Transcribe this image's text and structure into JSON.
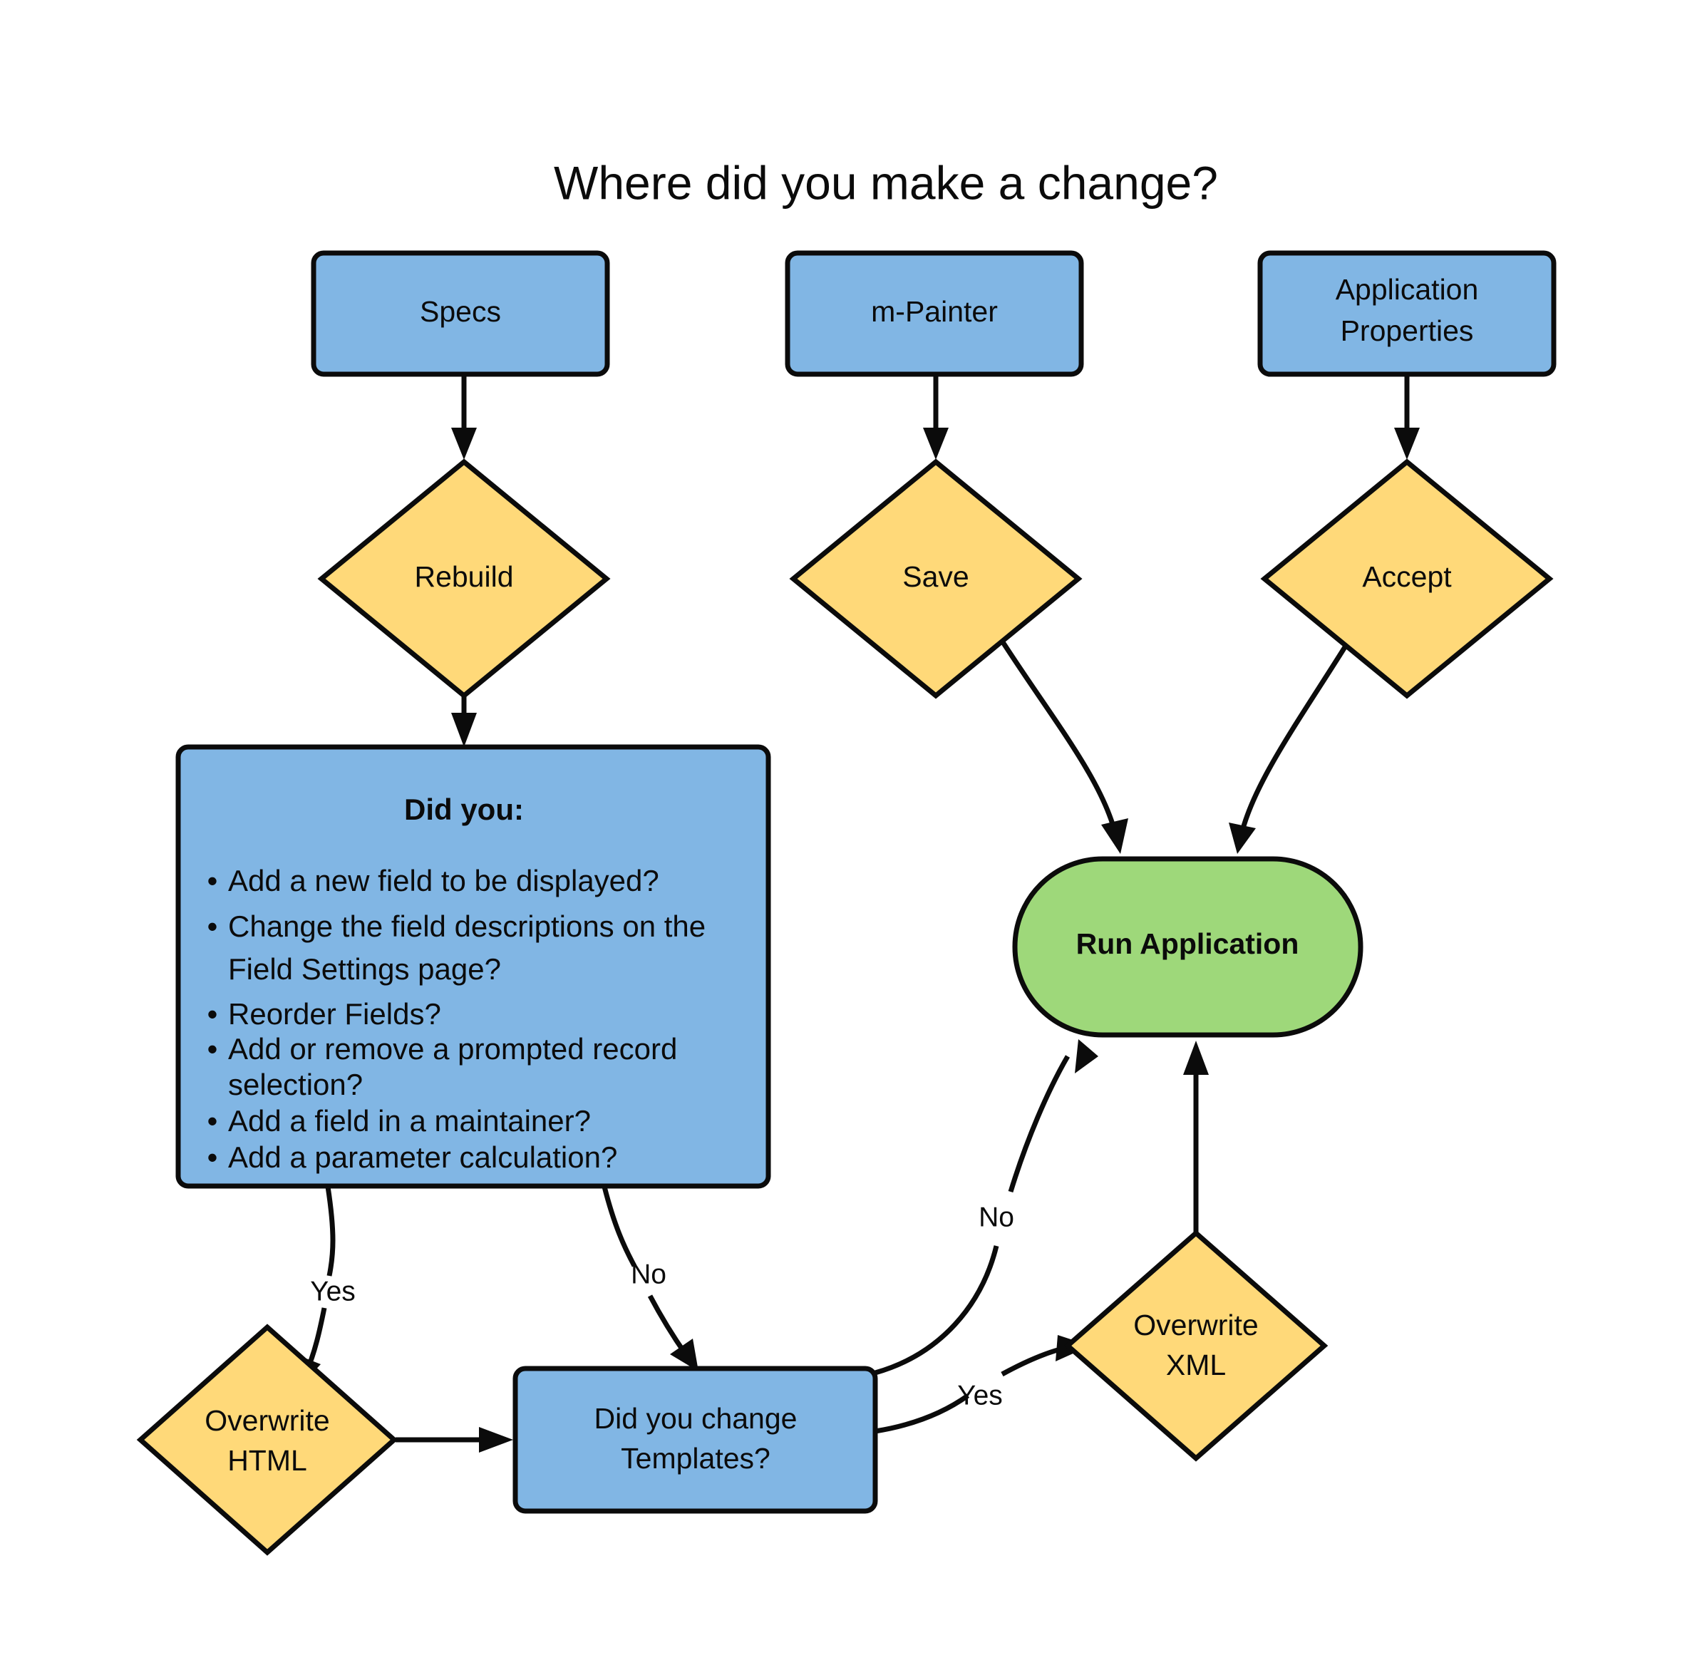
{
  "title": "Where did you make a change?",
  "colors": {
    "blue": "#81B6E4",
    "yellow": "#FFD979",
    "green": "#9ED87A",
    "stroke": "#0b0b0b",
    "background": "#ffffff"
  },
  "nodes": {
    "specs": {
      "label": "Specs",
      "shape": "rounded-rect",
      "color": "blue"
    },
    "m_painter": {
      "label": "m-Painter",
      "shape": "rounded-rect",
      "color": "blue"
    },
    "app_properties": {
      "label_line1": "Application",
      "label_line2": "Properties",
      "shape": "rounded-rect",
      "color": "blue"
    },
    "rebuild": {
      "label": "Rebuild",
      "shape": "diamond",
      "color": "yellow"
    },
    "save": {
      "label": "Save",
      "shape": "diamond",
      "color": "yellow"
    },
    "accept": {
      "label": "Accept",
      "shape": "diamond",
      "color": "yellow"
    },
    "did_you": {
      "heading": "Did you:",
      "shape": "rect",
      "color": "blue",
      "bullets": [
        {
          "lines": [
            "Add a new field to be displayed?"
          ]
        },
        {
          "lines": [
            "Change the field descriptions on the",
            "Field Settings page?"
          ]
        },
        {
          "lines": [
            "Reorder Fields?"
          ]
        },
        {
          "lines": [
            "Add or remove a prompted record",
            "selection?"
          ]
        },
        {
          "lines": [
            "Add a field in a maintainer?"
          ]
        },
        {
          "lines": [
            "Add a parameter calculation?"
          ]
        }
      ]
    },
    "run_application": {
      "label": "Run Application",
      "shape": "stadium",
      "color": "green",
      "bold": true
    },
    "overwrite_html": {
      "label_line1": "Overwrite",
      "label_line2": "HTML",
      "shape": "diamond",
      "color": "yellow"
    },
    "did_you_change_templates": {
      "label_line1": "Did you change",
      "label_line2": "Templates?",
      "shape": "rect",
      "color": "blue"
    },
    "overwrite_xml": {
      "label_line1": "Overwrite",
      "label_line2": "XML",
      "shape": "diamond",
      "color": "yellow"
    }
  },
  "edge_labels": {
    "did_you_yes": "Yes",
    "did_you_no": "No",
    "templates_yes": "Yes",
    "templates_no": "No"
  },
  "edges": [
    {
      "from": "specs",
      "to": "rebuild",
      "label": ""
    },
    {
      "from": "rebuild",
      "to": "did_you",
      "label": ""
    },
    {
      "from": "m_painter",
      "to": "save",
      "label": ""
    },
    {
      "from": "app_properties",
      "to": "accept",
      "label": ""
    },
    {
      "from": "save",
      "to": "run_application",
      "label": ""
    },
    {
      "from": "accept",
      "to": "run_application",
      "label": ""
    },
    {
      "from": "did_you",
      "to": "overwrite_html",
      "label": "Yes"
    },
    {
      "from": "did_you",
      "to": "did_you_change_templates",
      "label": "No"
    },
    {
      "from": "overwrite_html",
      "to": "did_you_change_templates",
      "label": ""
    },
    {
      "from": "did_you_change_templates",
      "to": "run_application",
      "label": "No"
    },
    {
      "from": "did_you_change_templates",
      "to": "overwrite_xml",
      "label": "Yes"
    },
    {
      "from": "overwrite_xml",
      "to": "run_application",
      "label": ""
    }
  ]
}
